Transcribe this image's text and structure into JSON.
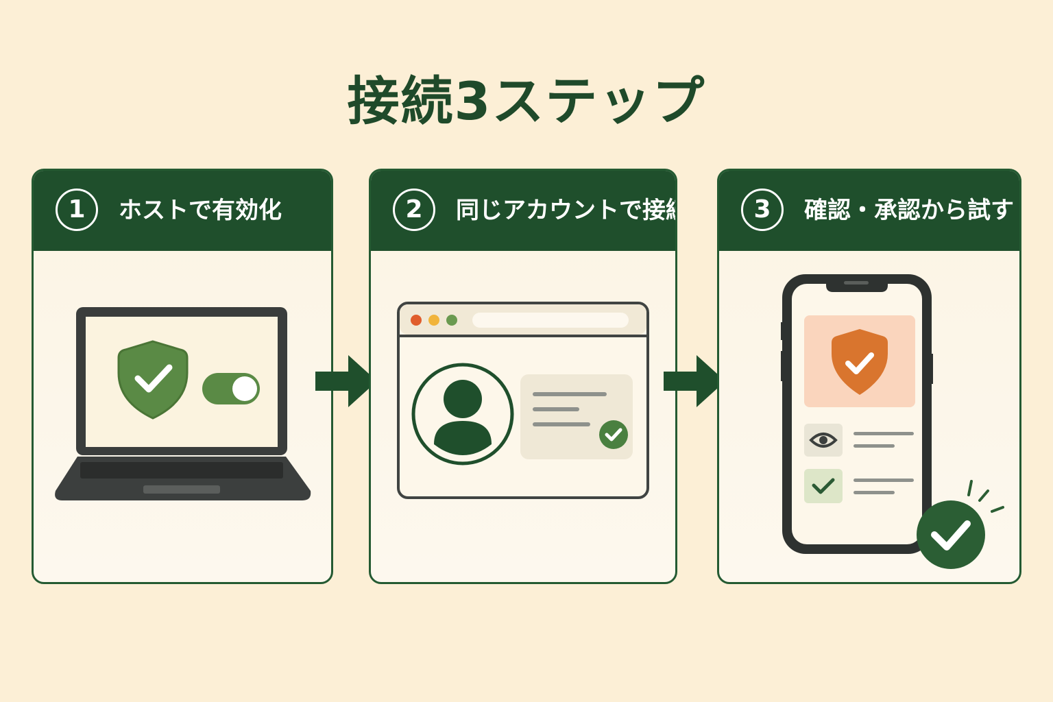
{
  "title": "接続3ステップ",
  "steps": [
    {
      "number": "1",
      "label": "ホストで有効化"
    },
    {
      "number": "2",
      "label": "同じアカウントで接続"
    },
    {
      "number": "3",
      "label": "確認・承認から試す"
    }
  ],
  "colors": {
    "background": "#fcefd6",
    "header_green": "#1f4f2c",
    "shield_green": "#5a8a45",
    "shield_orange": "#d9752e"
  },
  "icons": [
    "laptop-icon",
    "shield-check-icon",
    "toggle-switch-icon",
    "arrow-right-icon",
    "browser-window-icon",
    "user-avatar-icon",
    "check-circle-icon",
    "smartphone-icon",
    "eye-icon",
    "checkbox-icon"
  ]
}
